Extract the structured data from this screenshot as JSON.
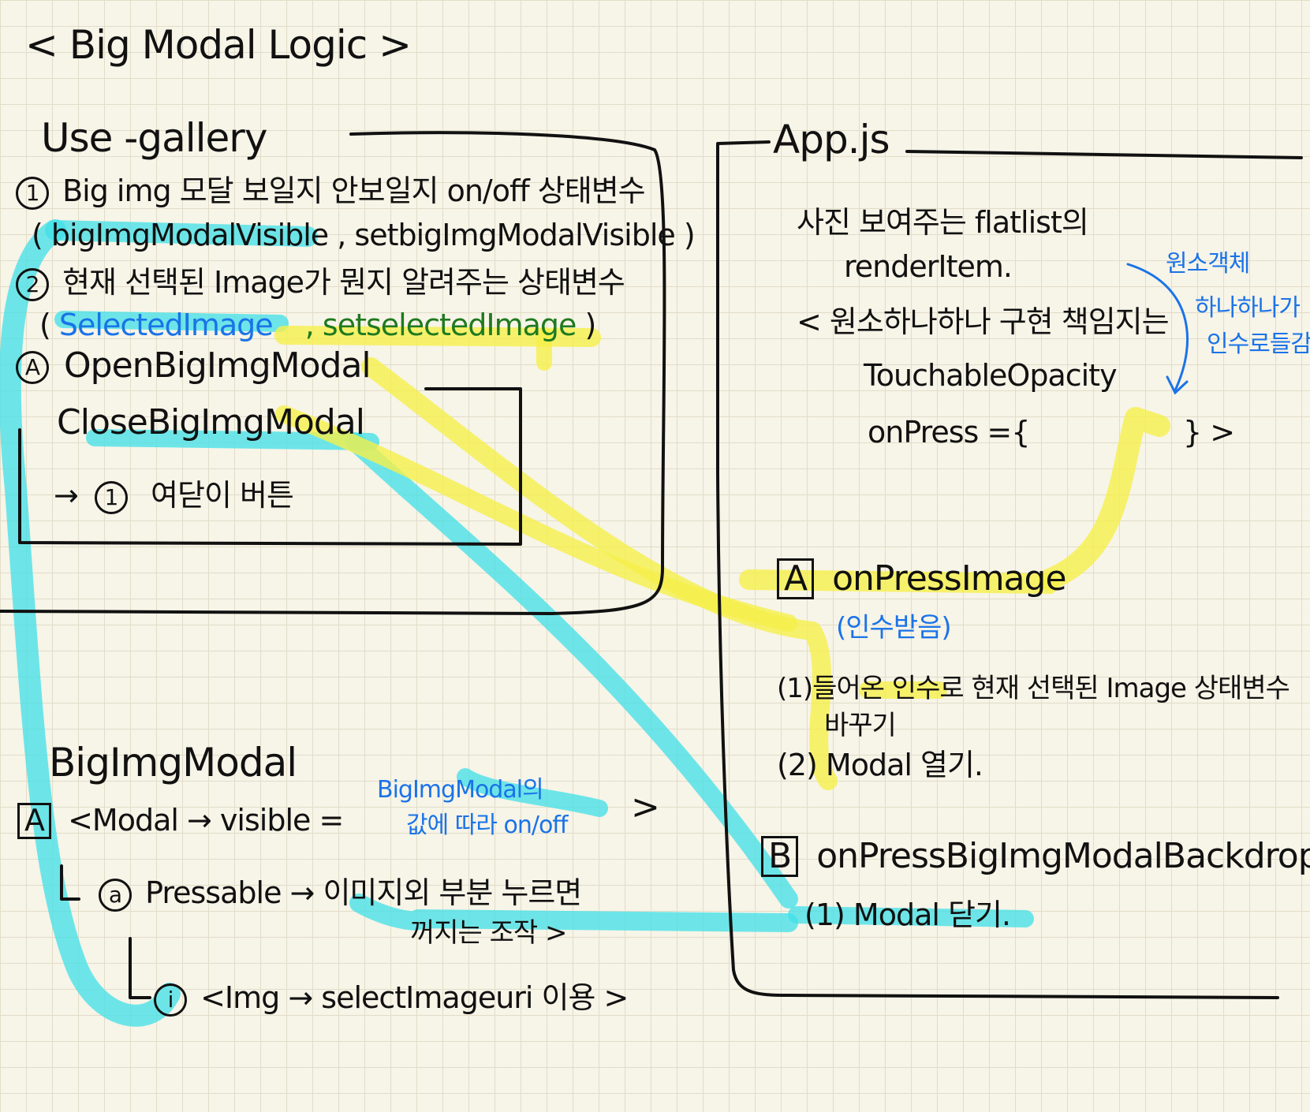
{
  "title": "< Big Modal Logic >",
  "use_gallery": {
    "heading": "Use -gallery",
    "item1_num": "1",
    "item1_text": "Big img 모달 보일지 안보일지 on/off 상태변수",
    "item1_vars": "( bigImgModalVisible , setbigImgModalVisible )",
    "item2_num": "2",
    "item2_text": "현재 선택된 Image가 뭔지 알려주는 상태변수",
    "item2_open": "(",
    "item2_var": "SelectedImage",
    "item2_setter": ", setselectedImage",
    "item2_close": ")",
    "a_label": "A",
    "a_open": "OpenBigImgModal",
    "a_close": "CloseBigImgModal",
    "a_arrow": "→",
    "a_num": "1",
    "a_text": "여닫이 버튼"
  },
  "app_js": {
    "heading": "App.js",
    "line1": "사진 보여주는 flatlist의",
    "line2": "renderItem.",
    "line3": "< 원소하나하나 구현 책임지는",
    "line4": "TouchableOpacity",
    "line5": "onPress ={",
    "line5_end": "} >",
    "side_note_1": "원소객체",
    "side_note_2": "하나하나가",
    "side_note_3": "인수로들감",
    "a_label": "A",
    "a_title": "onPressImage",
    "a_note": "(인수받음)",
    "a_step1": "(1)들어온 인수로 현재 선택된 Image 상태변수",
    "a_step1b": "바꾸기",
    "a_step2": "(2) Modal 열기.",
    "b_label": "B",
    "b_title": "onPressBigImgModalBackdrop",
    "b_step1": "(1) Modal 닫기."
  },
  "big_img_modal": {
    "heading": "BigImgModal",
    "a_label": "A",
    "modal_line": "<Modal → visible =",
    "modal_note_1": "BigImgModal의",
    "modal_note_2": "값에 따라 on/off",
    "modal_close": ">",
    "pressable_label": "a",
    "pressable_line": "Pressable → 이미지외 부분 누르면",
    "pressable_line2": "꺼지는 조작 >",
    "img_label": "i",
    "img_line": "<Img → selectImageuri 이용 >"
  },
  "colors": {
    "highlight_cyan": "#3fe0e8",
    "highlight_yellow": "#f5f04a",
    "ink": "#111111",
    "note_blue": "#1a73e8",
    "paper": "#f7f4e8"
  }
}
